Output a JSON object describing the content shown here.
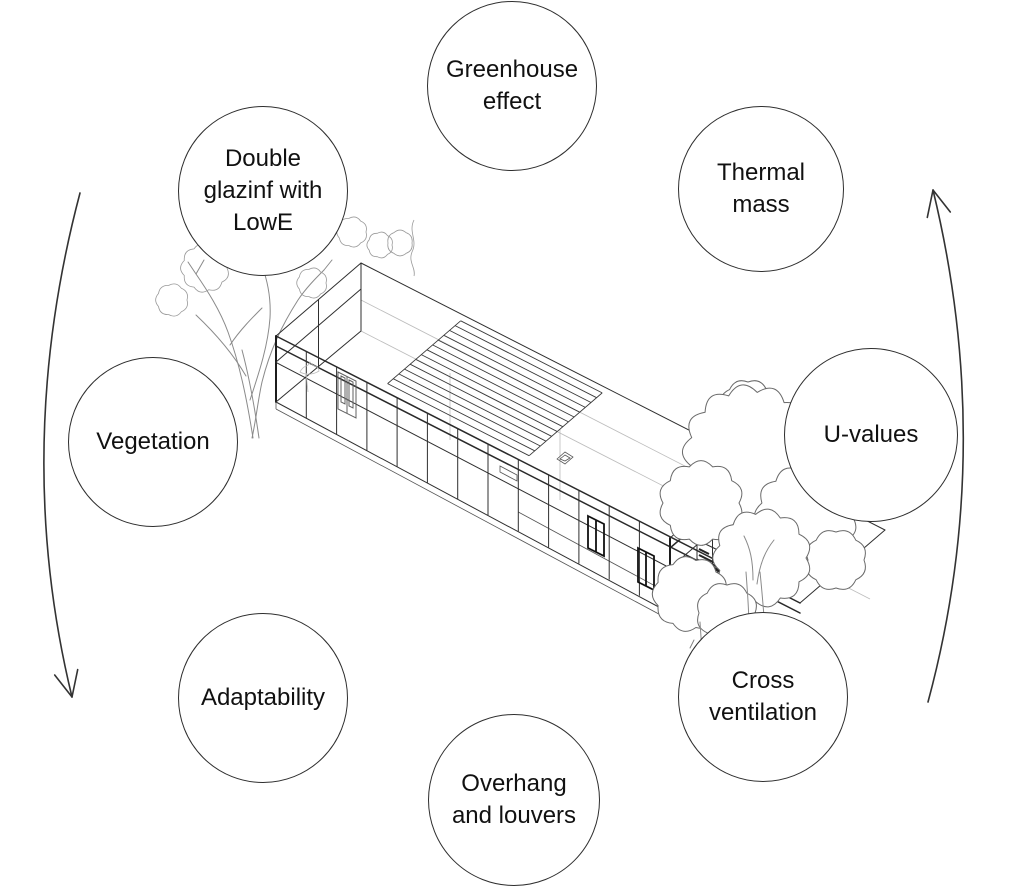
{
  "diagram": {
    "type": "concept-cycle",
    "background_color": "#ffffff",
    "stroke_color": "#2e2e2e",
    "center_illustration": "axonometric line drawing of a long single-storey glazed pavilion with roof louvers and trees",
    "nodes": [
      {
        "id": "greenhouse-effect",
        "label": "Greenhouse effect",
        "lines": [
          "Greenhouse",
          "effect"
        ]
      },
      {
        "id": "thermal-mass",
        "label": "Thermal mass",
        "lines": [
          "Thermal",
          "mass"
        ]
      },
      {
        "id": "u-values",
        "label": "U-values",
        "lines": [
          "U-values"
        ]
      },
      {
        "id": "cross-ventilation",
        "label": "Cross ventilation",
        "lines": [
          "Cross",
          "ventilation"
        ]
      },
      {
        "id": "overhang-louvers",
        "label": "Overhang and louvers",
        "lines": [
          "Overhang",
          "and louvers"
        ]
      },
      {
        "id": "adaptability",
        "label": "Adaptability",
        "lines": [
          "Adaptability"
        ]
      },
      {
        "id": "vegetation",
        "label": "Vegetation",
        "lines": [
          "Vegetation"
        ]
      },
      {
        "id": "double-glazing-lowe",
        "label": "Double glazinf with LowE",
        "lines": [
          "Double",
          "glazinf with",
          "LowE"
        ]
      }
    ],
    "arrows": [
      {
        "id": "left-cycle-arrow",
        "side": "left",
        "direction": "downward"
      },
      {
        "id": "right-cycle-arrow",
        "side": "right",
        "direction": "upward"
      }
    ]
  }
}
